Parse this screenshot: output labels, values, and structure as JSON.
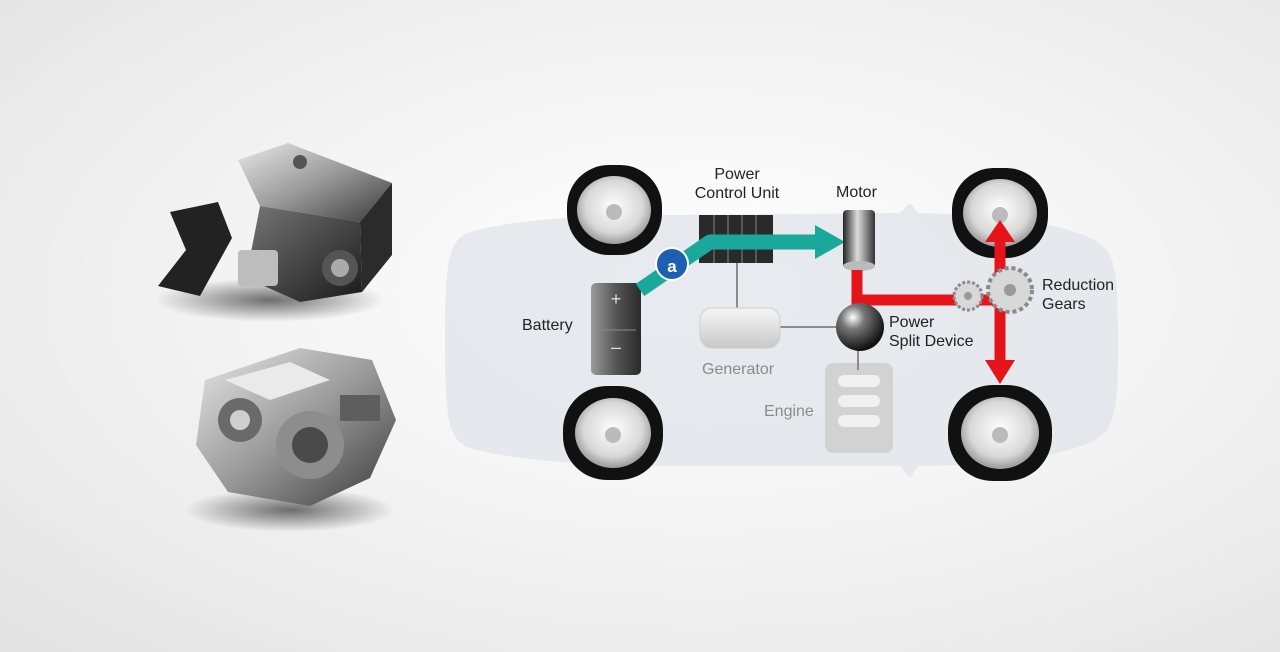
{
  "diagram": {
    "labels": {
      "power_control_unit": "Power\nControl Unit",
      "motor": "Motor",
      "battery": "Battery",
      "battery_plus": "+",
      "battery_minus": "–",
      "generator": "Generator",
      "power_split_device": "Power\nSplit Device",
      "engine": "Engine",
      "reduction_gears": "Reduction\nGears",
      "flow_marker": "a"
    },
    "icons": {
      "engine_photo": "engine-unit-icon",
      "transaxle_photo": "transaxle-icon",
      "wheel": "wheel-icon",
      "gear": "gear-icon"
    },
    "colors": {
      "electric_flow": "#1aa89a",
      "mechanical_flow": "#e5141b",
      "marker": "#1f5fb0",
      "car_body": "#dfe3e8"
    }
  }
}
